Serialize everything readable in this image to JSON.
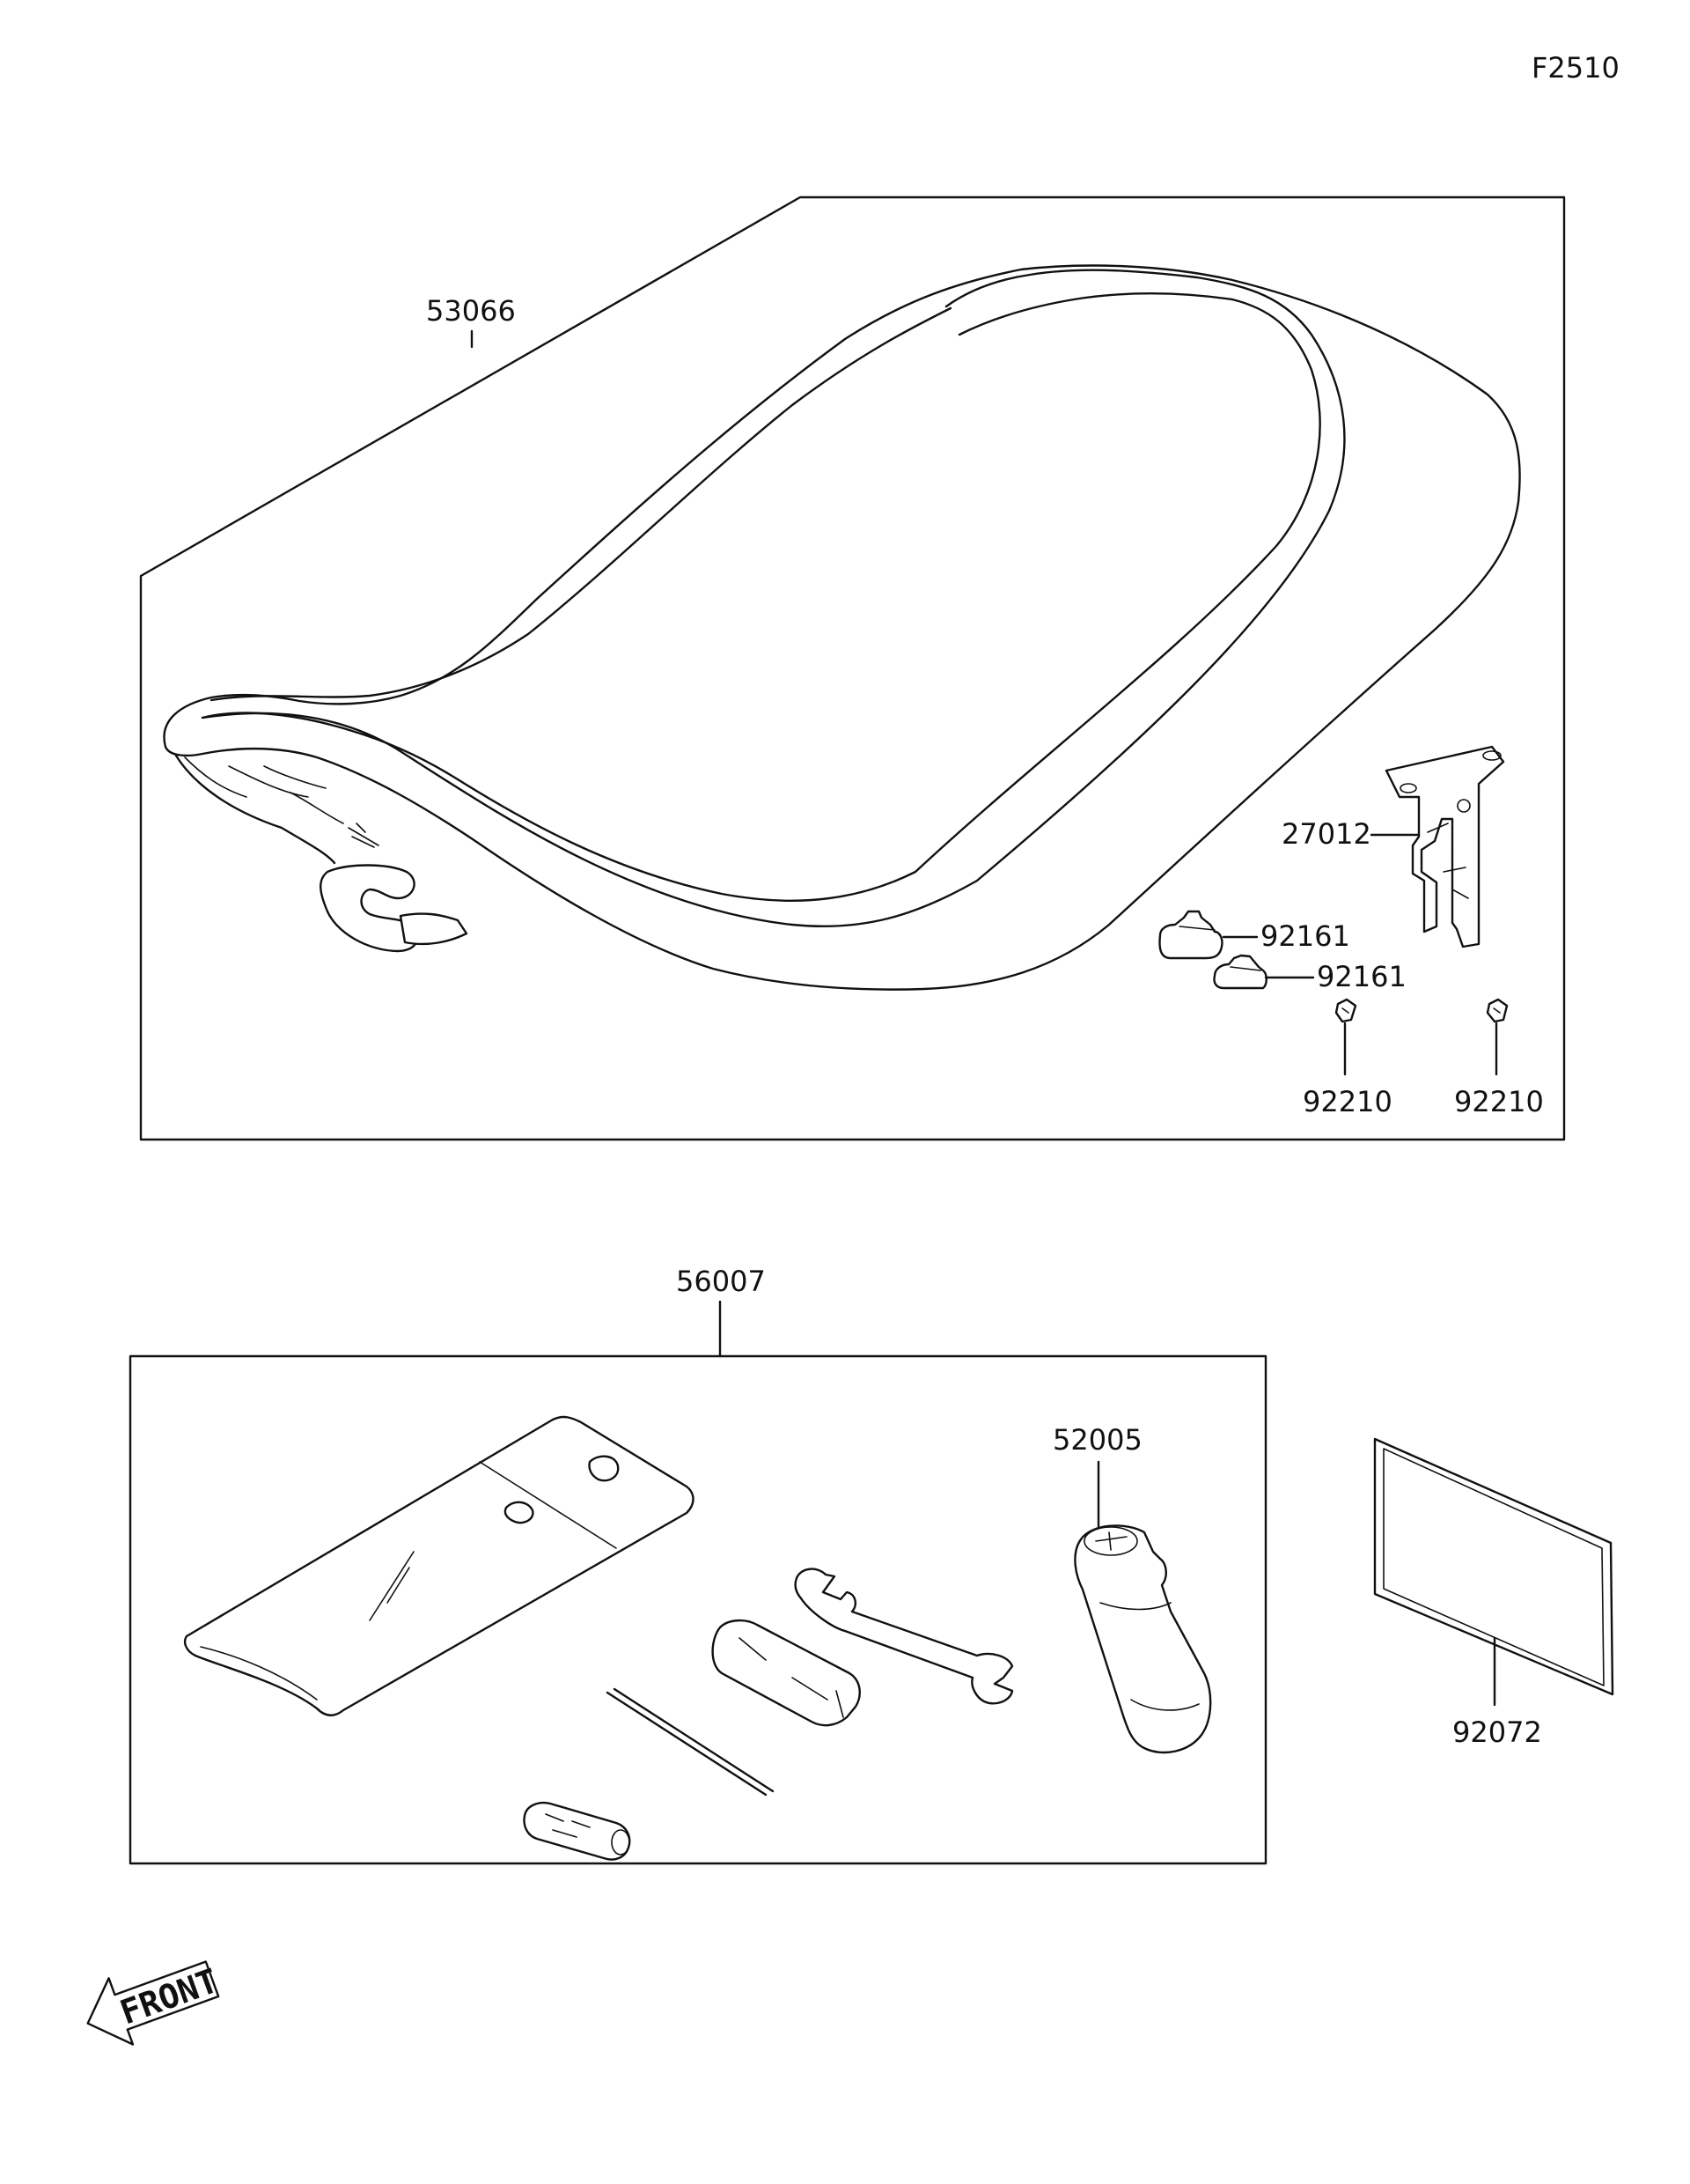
{
  "figure_code": "F2510",
  "groups": {
    "seat": {
      "part_number": "53066"
    },
    "tool_kit": {
      "part_number": "56007"
    }
  },
  "parts": [
    {
      "id": "seat",
      "part_number": "53066"
    },
    {
      "id": "seat-hook",
      "part_number": "27012"
    },
    {
      "id": "damper-upper",
      "part_number": "92161"
    },
    {
      "id": "damper-lower",
      "part_number": "92161"
    },
    {
      "id": "clip-left",
      "part_number": "92210"
    },
    {
      "id": "clip-right",
      "part_number": "92210"
    },
    {
      "id": "tool-kit",
      "part_number": "56007"
    },
    {
      "id": "wrench-handle",
      "part_number": "52005"
    },
    {
      "id": "owners-manual",
      "part_number": "92072"
    }
  ],
  "front_indicator": "FRONT"
}
